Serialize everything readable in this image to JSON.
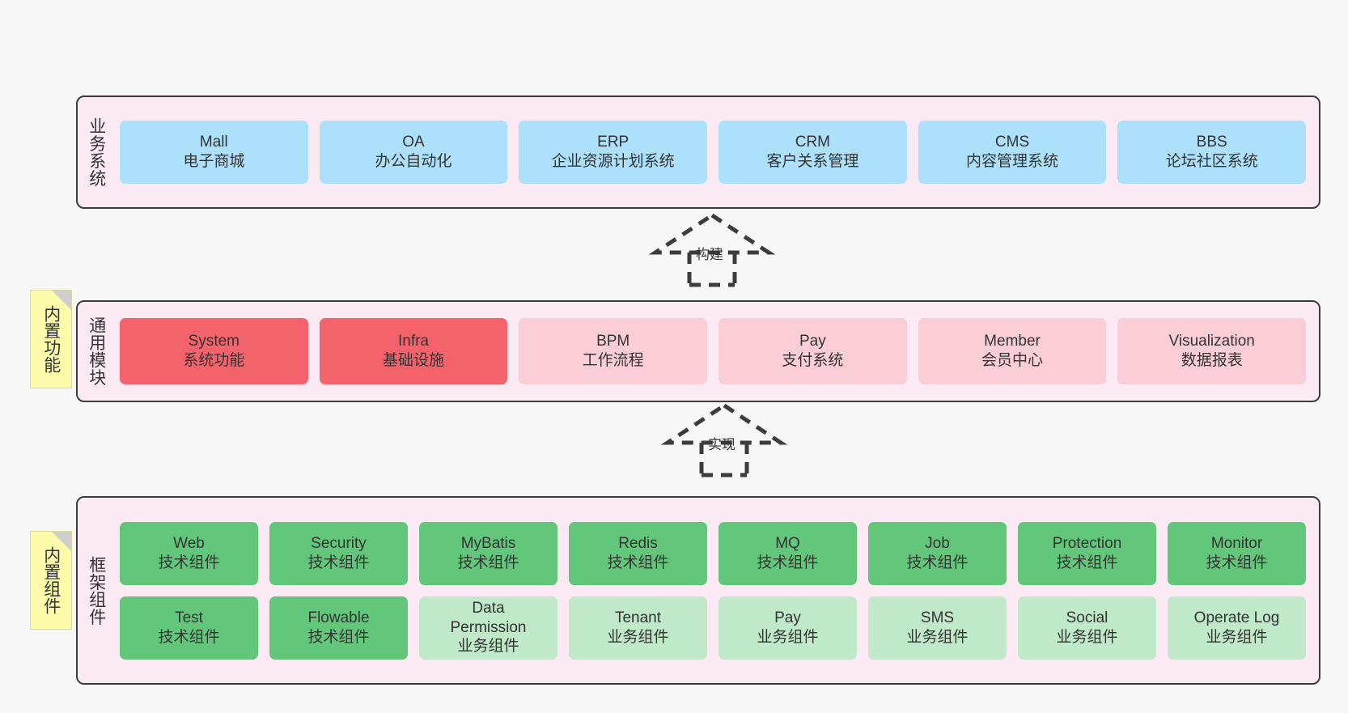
{
  "diagram": {
    "background_color": "#f7f7f7",
    "panel_color": "#fbeaf4",
    "panel_border_color": "#3c3c3c",
    "note_color": "#fbfbaa"
  },
  "layers": [
    {
      "id": "business",
      "title": "业务系统",
      "note": null,
      "rows": [
        {
          "nodes": [
            {
              "en": "Mall",
              "cn": "电子商城",
              "color": "#ace0fb",
              "style": "blue"
            },
            {
              "en": "OA",
              "cn": "办公自动化",
              "color": "#ace0fb",
              "style": "blue"
            },
            {
              "en": "ERP",
              "cn": "企业资源计划系统",
              "color": "#ace0fb",
              "style": "blue"
            },
            {
              "en": "CRM",
              "cn": "客户关系管理",
              "color": "#ace0fb",
              "style": "blue"
            },
            {
              "en": "CMS",
              "cn": "内容管理系统",
              "color": "#ace0fb",
              "style": "blue"
            },
            {
              "en": "BBS",
              "cn": "论坛社区系统",
              "color": "#ace0fb",
              "style": "blue"
            }
          ]
        }
      ]
    },
    {
      "id": "modules",
      "title": "通用模块",
      "note": "内置功能",
      "rows": [
        {
          "nodes": [
            {
              "en": "System",
              "cn": "系统功能",
              "color": "#f4636b",
              "style": "red"
            },
            {
              "en": "Infra",
              "cn": "基础设施",
              "color": "#f4636b",
              "style": "red"
            },
            {
              "en": "BPM",
              "cn": "工作流程",
              "color": "#fbcdd6",
              "style": "pink"
            },
            {
              "en": "Pay",
              "cn": "支付系统",
              "color": "#fbcdd6",
              "style": "pink"
            },
            {
              "en": "Member",
              "cn": "会员中心",
              "color": "#fbcdd6",
              "style": "pink"
            },
            {
              "en": "Visualization",
              "cn": "数据报表",
              "color": "#fbcdd6",
              "style": "pink"
            }
          ]
        }
      ]
    },
    {
      "id": "framework",
      "title": "框架组件",
      "note": "内置组件",
      "rows": [
        {
          "nodes": [
            {
              "en": "Web",
              "cn": "技术组件",
              "color": "#63c77b",
              "style": "green"
            },
            {
              "en": "Security",
              "cn": "技术组件",
              "color": "#63c77b",
              "style": "green"
            },
            {
              "en": "MyBatis",
              "cn": "技术组件",
              "color": "#63c77b",
              "style": "green"
            },
            {
              "en": "Redis",
              "cn": "技术组件",
              "color": "#63c77b",
              "style": "green"
            },
            {
              "en": "MQ",
              "cn": "技术组件",
              "color": "#63c77b",
              "style": "green"
            },
            {
              "en": "Job",
              "cn": "技术组件",
              "color": "#63c77b",
              "style": "green"
            },
            {
              "en": "Protection",
              "cn": "技术组件",
              "color": "#63c77b",
              "style": "green"
            },
            {
              "en": "Monitor",
              "cn": "技术组件",
              "color": "#63c77b",
              "style": "green"
            }
          ]
        },
        {
          "nodes": [
            {
              "en": "Test",
              "cn": "技术组件",
              "color": "#63c77b",
              "style": "green"
            },
            {
              "en": "Flowable",
              "cn": "技术组件",
              "color": "#63c77b",
              "style": "green"
            },
            {
              "en": "Data Permission",
              "cn": "业务组件",
              "color": "#bfe9c8",
              "style": "green-light"
            },
            {
              "en": "Tenant",
              "cn": "业务组件",
              "color": "#bfe9c8",
              "style": "green-light"
            },
            {
              "en": "Pay",
              "cn": "业务组件",
              "color": "#bfe9c8",
              "style": "green-light"
            },
            {
              "en": "SMS",
              "cn": "业务组件",
              "color": "#bfe9c8",
              "style": "green-light"
            },
            {
              "en": "Social",
              "cn": "业务组件",
              "color": "#bfe9c8",
              "style": "green-light"
            },
            {
              "en": "Operate Log",
              "cn": "业务组件",
              "color": "#bfe9c8",
              "style": "green-light"
            }
          ]
        }
      ]
    }
  ],
  "connectors": [
    {
      "id": "build",
      "label": "构建",
      "from": "modules",
      "to": "business"
    },
    {
      "id": "implement",
      "label": "实现",
      "from": "framework",
      "to": "modules"
    }
  ]
}
